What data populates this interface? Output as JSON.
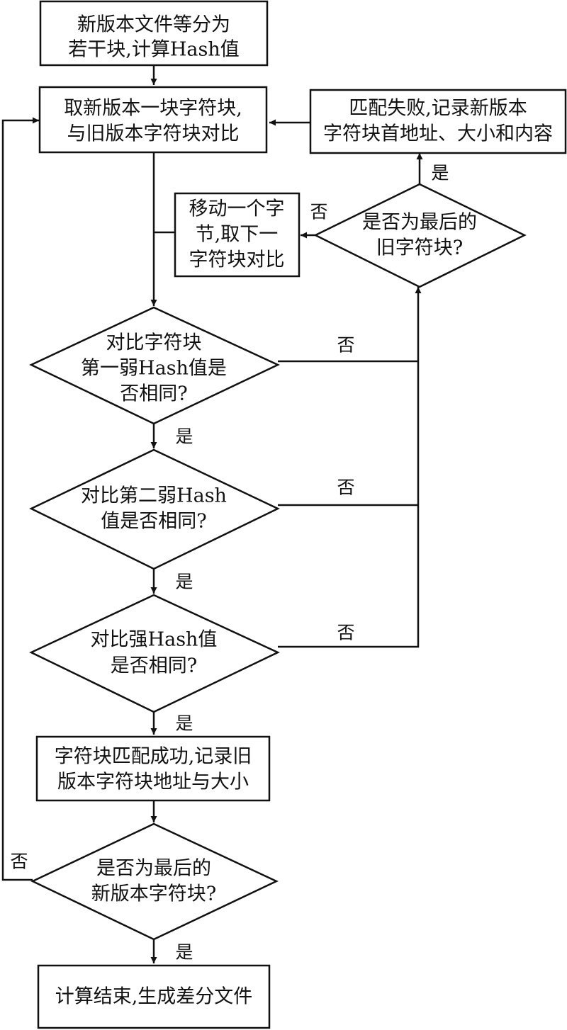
{
  "nodes": {
    "start": [
      "新版本文件等分为",
      "若干块,计算Hash值"
    ],
    "take_block": [
      "取新版本一块字符块,",
      "与旧版本字符块对比"
    ],
    "match_fail": [
      "匹配失败,记录新版本",
      "字符块首地址、大小和内容"
    ],
    "move_byte": [
      "移动一个字",
      "节,取下一",
      "字符块对比"
    ],
    "is_last_old": [
      "是否为最后的",
      "旧字符块?"
    ],
    "weak1": [
      "对比字符块",
      "第一弱Hash值是",
      "否相同?"
    ],
    "weak2": [
      "对比第二弱Hash",
      "值是否相同?"
    ],
    "strong": [
      "对比强Hash值",
      "是否相同?"
    ],
    "match_ok": [
      "字符块匹配成功,记录旧",
      "版本字符块地址与大小"
    ],
    "is_last_new": [
      "是否为最后的",
      "新版本字符块?"
    ],
    "end": [
      "计算结束,生成差分文件"
    ]
  },
  "edge_labels": {
    "last_old_yes": "是",
    "last_old_no": "否",
    "weak1_no": "否",
    "weak1_yes": "是",
    "weak2_no": "否",
    "weak2_yes": "是",
    "strong_no": "否",
    "strong_yes": "是",
    "last_new_no": "否",
    "last_new_yes": "是"
  }
}
